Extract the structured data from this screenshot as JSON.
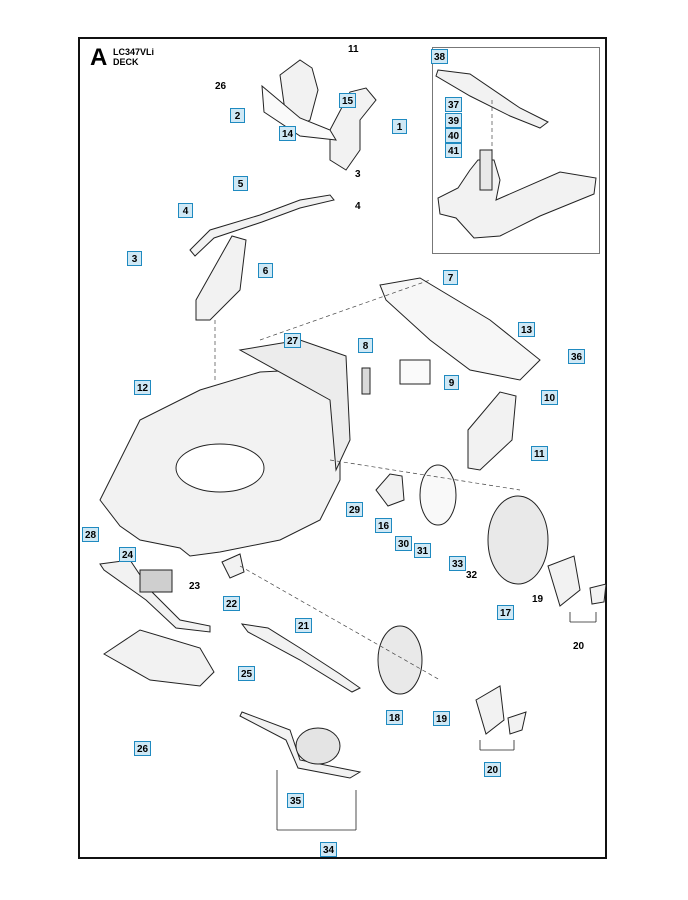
{
  "header": {
    "section_letter": "A",
    "model": "LC347VLi",
    "title": "DECK"
  },
  "callouts_boxed": {
    "c1": "1",
    "c2": "2",
    "c3": "3",
    "c4": "4",
    "c5": "5",
    "c6": "6",
    "c7": "7",
    "c8": "8",
    "c9": "9",
    "c10": "10",
    "c11": "11",
    "c12": "12",
    "c13": "13",
    "c14": "14",
    "c15": "15",
    "c16": "16",
    "c17": "17",
    "c18": "18",
    "c19": "19",
    "c20": "20",
    "c21": "21",
    "c22": "22",
    "c24": "24",
    "c25": "25",
    "c26": "26",
    "c27": "27",
    "c28": "28",
    "c29": "29",
    "c30": "30",
    "c31": "31",
    "c33": "33",
    "c34": "34",
    "c35": "35",
    "c36": "36",
    "c37": "37",
    "c38": "38",
    "c39": "39",
    "c40": "40",
    "c41": "41"
  },
  "callouts_plain": {
    "p11": "11",
    "p3": "3",
    "p4": "4",
    "p26": "26",
    "p23": "23",
    "p32": "32",
    "p19": "19",
    "p20": "20"
  },
  "colors": {
    "tag_fill": "#cfe8f5",
    "tag_border": "#1f8ac0",
    "line": "#222222",
    "part_fill": "#f2f2f2"
  }
}
